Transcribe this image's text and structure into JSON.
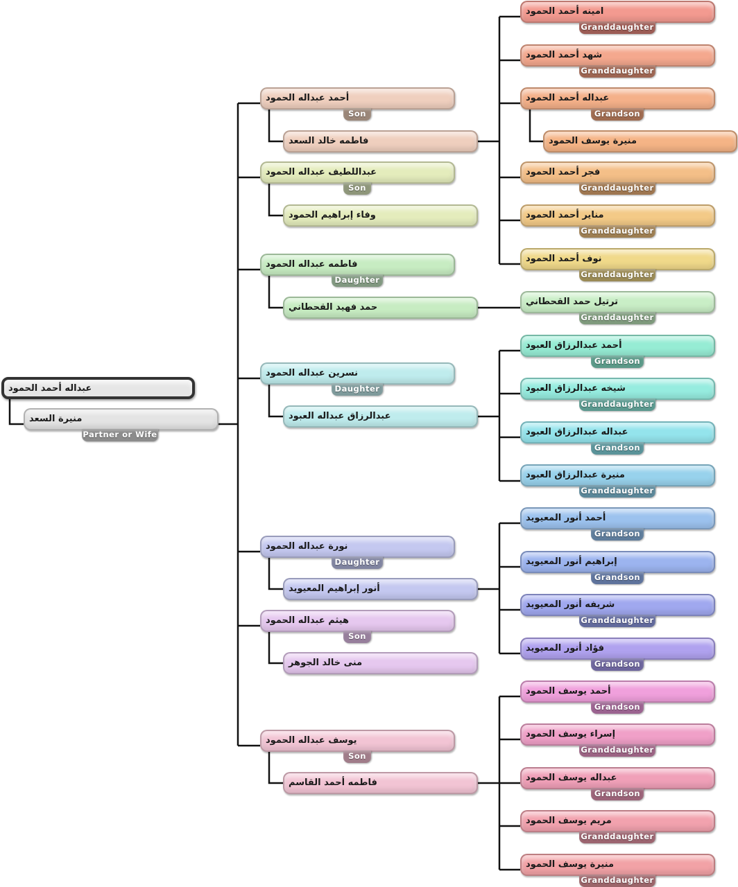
{
  "root": {
    "name": "عبداله أحمد الحمود",
    "color": "#e6e6e6",
    "partner": {
      "name": "منيرة السعد",
      "relation": "Partner or Wife",
      "color": "#e4e4e4",
      "badge": "#8c8c8c"
    }
  },
  "children": [
    {
      "name": "أحمد عبداله الحمود",
      "relation": "Son",
      "color": "#efcfbe",
      "badge": "#9a8678",
      "spouse": {
        "name": "فاطمه خالد السعد",
        "color": "#efcfbe"
      }
    },
    {
      "name": "عبداللطيف عبداله الحمود",
      "relation": "Son",
      "color": "#e4ecbc",
      "badge": "#8e967a",
      "spouse": {
        "name": "وفاء إبراهيم الحمود",
        "color": "#e4ecbc"
      }
    },
    {
      "name": "فاطمه عبداله الحمود",
      "relation": "Daughter",
      "color": "#c7ecc2",
      "badge": "#819880",
      "spouse": {
        "name": "حمد فهيد القحطاني",
        "color": "#c7ecc2"
      }
    },
    {
      "name": "نسرين عبداله الحمود",
      "relation": "Daughter",
      "color": "#bfeced",
      "badge": "#7e9a9b",
      "spouse": {
        "name": "عبدالرزاق عبداله العبود",
        "color": "#bfeced"
      }
    },
    {
      "name": "نورة عبداله الحمود",
      "relation": "Daughter",
      "color": "#c4c8f0",
      "badge": "#8084a0",
      "spouse": {
        "name": "أنور إبراهيم المعيويد",
        "color": "#c4c8f0"
      }
    },
    {
      "name": "هيثم عبداله الحمود",
      "relation": "Son",
      "color": "#e6c8ef",
      "badge": "#977f9c",
      "spouse": {
        "name": "منى خالد الجوهر",
        "color": "#e6c8ef"
      }
    },
    {
      "name": "يوسف  عبداله الحمود",
      "relation": "Son",
      "color": "#f2c4d4",
      "badge": "#a07c89",
      "spouse": {
        "name": "فاطمه أحمد القاسم",
        "color": "#f2c4d4"
      }
    }
  ],
  "grandchildren": [
    {
      "name": "امينه أحمد الحمود",
      "relation": "Granddaughter",
      "color": "#f39a90",
      "badge": "#9c5c55"
    },
    {
      "name": "شهد أحمد الحمود",
      "relation": "Granddaughter",
      "color": "#f4a88e",
      "badge": "#9d6552"
    },
    {
      "name": "عبداله أحمد الحمود",
      "relation": "Grandson",
      "color": "#f4b089",
      "badge": "#9e6a4f",
      "spouse": {
        "name": "منيرة يوسف الحمود",
        "color": "#f5b486"
      }
    },
    {
      "name": "فجر أحمد الحمود",
      "relation": "Granddaughter",
      "color": "#f4bf88",
      "badge": "#9e7650"
    },
    {
      "name": "مناير أحمد الحمود",
      "relation": "Granddaughter",
      "color": "#f3ca87",
      "badge": "#9d7e52"
    },
    {
      "name": "نوف أحمد الحمود",
      "relation": "Granddaughter",
      "color": "#f0d98a",
      "badge": "#9a8a55"
    },
    {
      "name": "ترتيل حمد القحطاني",
      "relation": "Granddaughter",
      "color": "#c9eec6",
      "badge": "#7f9a7d"
    },
    {
      "name": "أحمد عبدالرزاق العبود",
      "relation": "Grandson",
      "color": "#96ecd4",
      "badge": "#5b9988"
    },
    {
      "name": "شيخه عبدالرزاق العبود",
      "relation": "Granddaughter",
      "color": "#96ecdf",
      "badge": "#5b998f"
    },
    {
      "name": "عبداله عبدالرزاق العبود",
      "relation": "Grandson",
      "color": "#94e4ec",
      "badge": "#5a9399"
    },
    {
      "name": "منيرة عبدالرزاق العبود",
      "relation": "Granddaughter",
      "color": "#98d2ec",
      "badge": "#5b8799"
    },
    {
      "name": "أحمد أنور المعيويد",
      "relation": "Grandson",
      "color": "#9cc2ee",
      "badge": "#5e7c9b"
    },
    {
      "name": "إبراهيم أنور المعيويد",
      "relation": "Grandson",
      "color": "#9cb4ef",
      "badge": "#5e739c"
    },
    {
      "name": "شريفه أنور المعيويد",
      "relation": "Granddaughter",
      "color": "#a0a8ef",
      "badge": "#626a9c"
    },
    {
      "name": "فؤاد أنور المعيويد",
      "relation": "Grandson",
      "color": "#b0a2ef",
      "badge": "#6d659c"
    },
    {
      "name": "أحمد يوسف الحمود",
      "relation": "Grandson",
      "color": "#f0a0dc",
      "badge": "#9b6390"
    },
    {
      "name": "إسراء يوسف الحمود",
      "relation": "Granddaughter",
      "color": "#f0a0c8",
      "badge": "#9b6383"
    },
    {
      "name": "عبداله يوسف الحمود",
      "relation": "Grandson",
      "color": "#f0a0b8",
      "badge": "#9b6378"
    },
    {
      "name": "مريم يوسف الحمود",
      "relation": "Granddaughter",
      "color": "#f2a2ae",
      "badge": "#9c6570"
    },
    {
      "name": "منيرة يوسف الحمود",
      "relation": "Granddaughter",
      "color": "#f2a2a6",
      "badge": "#9c656a"
    }
  ]
}
